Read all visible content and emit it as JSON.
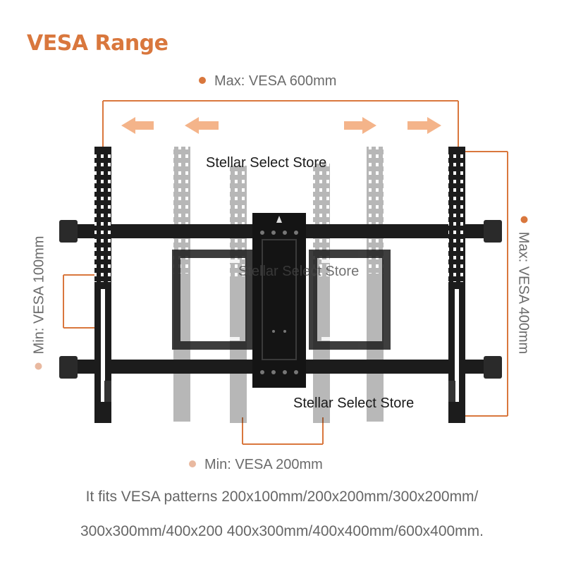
{
  "title": "VESA Range",
  "labels": {
    "max_width": "Max: VESA 600mm",
    "max_height": "Max: VESA 400mm",
    "min_height": "Min: VESA 100mm",
    "min_width": "Min: VESA 200mm"
  },
  "watermarks": [
    "Stellar Select Store",
    "Stellar Select Store",
    "Stellar Select Store"
  ],
  "caption": {
    "line1": "It fits VESA patterns 200x100mm/200x200mm/300x200mm/",
    "line2": "300x300mm/400x200 400x300mm/400x400mm/600x400mm."
  },
  "colors": {
    "accent": "#d9773d",
    "accent_light": "#e9b9a0",
    "bracket": "#1c1c1c",
    "arrow": "#f4b48a"
  },
  "icons": {
    "arrow": "arrow-left-right-icon",
    "dot": "dot-icon"
  }
}
